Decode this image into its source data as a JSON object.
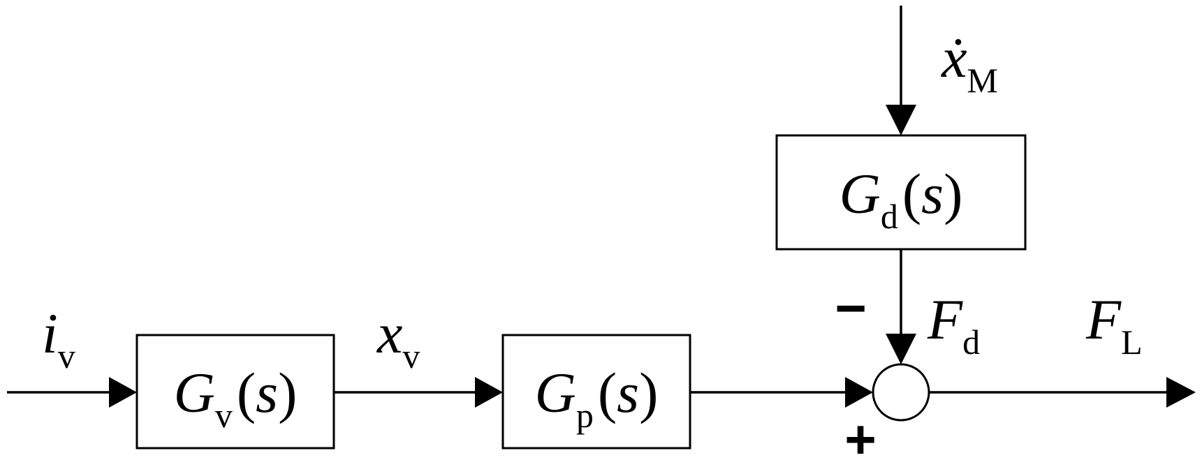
{
  "blocks": {
    "gv": {
      "symbol": "G",
      "sub": "v",
      "open": "(",
      "var": "s",
      "close": ")"
    },
    "gp": {
      "symbol": "G",
      "sub": "p",
      "open": "(",
      "var": "s",
      "close": ")"
    },
    "gd": {
      "symbol": "G",
      "sub": "d",
      "open": "(",
      "var": "s",
      "close": ")"
    }
  },
  "signals": {
    "input": {
      "symbol": "i",
      "sub": "v"
    },
    "valve_pos": {
      "symbol": "x",
      "sub": "v"
    },
    "disturb_in": {
      "symbol": "ẋ",
      "sub": "M"
    },
    "disturb_force": {
      "symbol": "F",
      "sub": "d"
    },
    "output": {
      "symbol": "F",
      "sub": "L"
    }
  },
  "junction": {
    "minus_sign": "−",
    "plus_sign": "+"
  }
}
